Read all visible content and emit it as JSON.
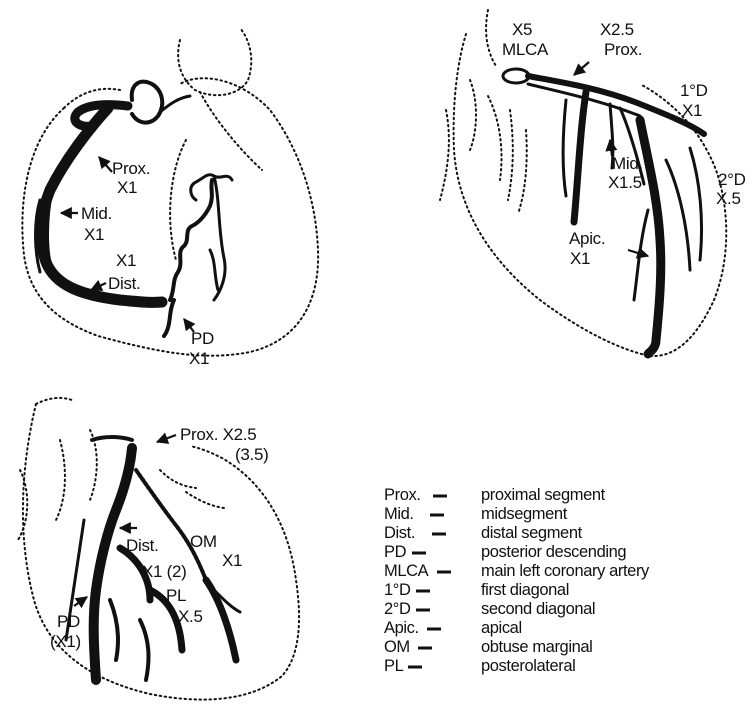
{
  "colors": {
    "ink": "#111111",
    "paper": "#ffffff"
  },
  "right_anterior": {
    "proximal_label": "Prox.",
    "proximal_weight": "X1",
    "mid_label": "Mid.",
    "mid_weight": "X1",
    "distal_weight": "X1",
    "distal_label": "Dist.",
    "pd_label": "PD",
    "pd_weight": "X1"
  },
  "left_anterior": {
    "mlca_weight": "X5",
    "mlca_label": "MLCA",
    "prox_weight": "X2.5",
    "prox_label": "Prox.",
    "d1_label": "1°D",
    "d1_weight": "X1",
    "mid_label": "Mid.",
    "mid_weight": "X1.5",
    "d2_label": "2°D",
    "d2_weight": "X.5",
    "apic_label": "Apic.",
    "apic_weight": "X1"
  },
  "left_posterior": {
    "prox_label": "Prox. X2.5",
    "prox_alt_weight": "(3.5)",
    "om_label": "OM",
    "om_weight": "X1",
    "dist_label": "Dist.",
    "dist_weight": "X1 (2)",
    "pl_label": "PL",
    "pl_weight": "X.5",
    "pd_label": "PD",
    "pd_weight": "(X1)"
  },
  "legend": [
    {
      "abbr": "Prox.",
      "definition": "proximal segment"
    },
    {
      "abbr": "Mid.",
      "definition": "midsegment"
    },
    {
      "abbr": "Dist.",
      "definition": "distal segment"
    },
    {
      "abbr": "PD",
      "definition": "posterior descending"
    },
    {
      "abbr": "MLCA",
      "definition": "main left coronary artery"
    },
    {
      "abbr": "1°D",
      "definition": "first diagonal"
    },
    {
      "abbr": "2°D",
      "definition": "second diagonal"
    },
    {
      "abbr": "Apic.",
      "definition": "apical"
    },
    {
      "abbr": "OM",
      "definition": "obtuse marginal"
    },
    {
      "abbr": "PL",
      "definition": "posterolateral"
    }
  ]
}
